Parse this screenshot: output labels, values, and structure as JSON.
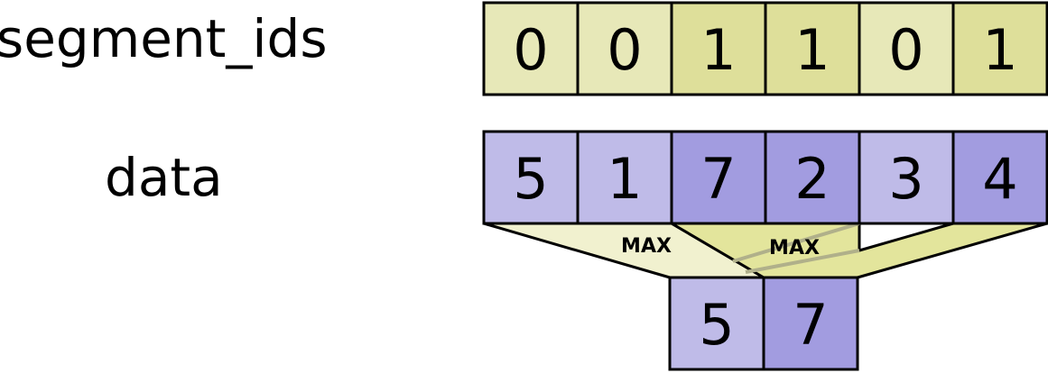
{
  "labels": {
    "segment_ids": "segment_ids",
    "data": "data"
  },
  "segment_ids": [
    0,
    0,
    1,
    1,
    0,
    1
  ],
  "data": [
    5,
    1,
    7,
    2,
    3,
    4
  ],
  "result": [
    5,
    7
  ],
  "operation": "MAX",
  "colors": {
    "segment_light": "#e7e8b8",
    "segment_dark": "#dedf9a",
    "data_light": "#bfbbe8",
    "data_dark": "#a29ce0",
    "funnel_light": "#f1f1cf",
    "funnel_dark": "#e3e59c",
    "stroke": "#000000",
    "overlap_line": "#b0b08a"
  }
}
